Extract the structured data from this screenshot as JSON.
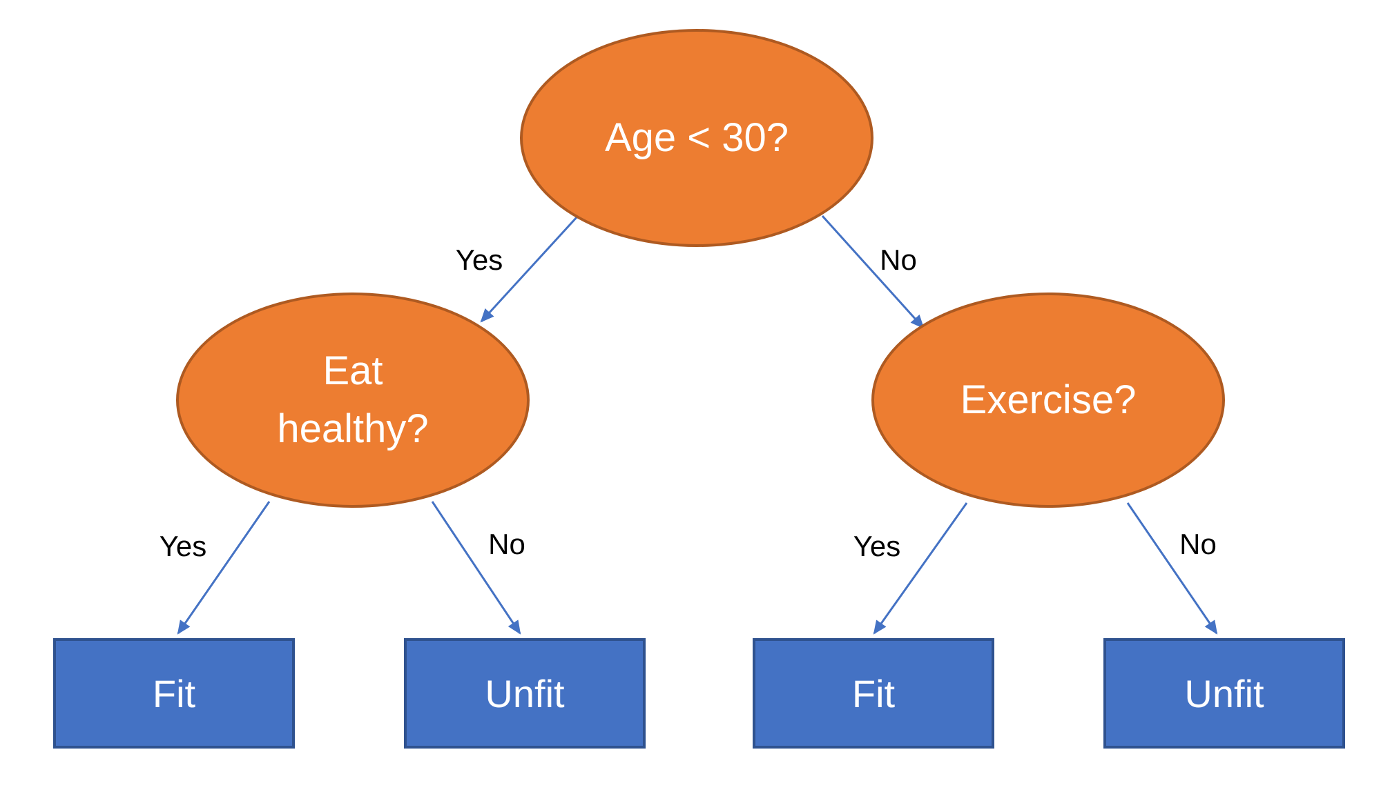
{
  "diagram": {
    "type": "decision-tree",
    "background": "#FFFFFF",
    "colors": {
      "decision_node_fill": "#ED7D31",
      "decision_node_border": "#AE5A21",
      "leaf_node_fill": "#4472C4",
      "leaf_node_border": "#2F528F",
      "edge_line": "#4472C4",
      "edge_label_text": "#000000",
      "node_text": "#FFFFFF"
    },
    "nodes": {
      "root": {
        "label": "Age < 30?",
        "shape": "ellipse"
      },
      "eat": {
        "label": "Eat healthy?",
        "line1": "Eat",
        "line2": "healthy?",
        "shape": "ellipse"
      },
      "exercise": {
        "label": "Exercise?",
        "shape": "ellipse"
      },
      "fit_left": {
        "label": "Fit",
        "shape": "rectangle"
      },
      "unfit_left": {
        "label": "Unfit",
        "shape": "rectangle"
      },
      "fit_right": {
        "label": "Fit",
        "shape": "rectangle"
      },
      "unfit_right": {
        "label": "Unfit",
        "shape": "rectangle"
      }
    },
    "edges": [
      {
        "from": "Age < 30?",
        "to": "Eat healthy?",
        "label": "Yes"
      },
      {
        "from": "Age < 30?",
        "to": "Exercise?",
        "label": "No"
      },
      {
        "from": "Eat healthy?",
        "to": "Fit",
        "label": "Yes"
      },
      {
        "from": "Eat healthy?",
        "to": "Unfit",
        "label": "No"
      },
      {
        "from": "Exercise?",
        "to": "Fit",
        "label": "Yes"
      },
      {
        "from": "Exercise?",
        "to": "Unfit",
        "label": "No"
      }
    ]
  }
}
